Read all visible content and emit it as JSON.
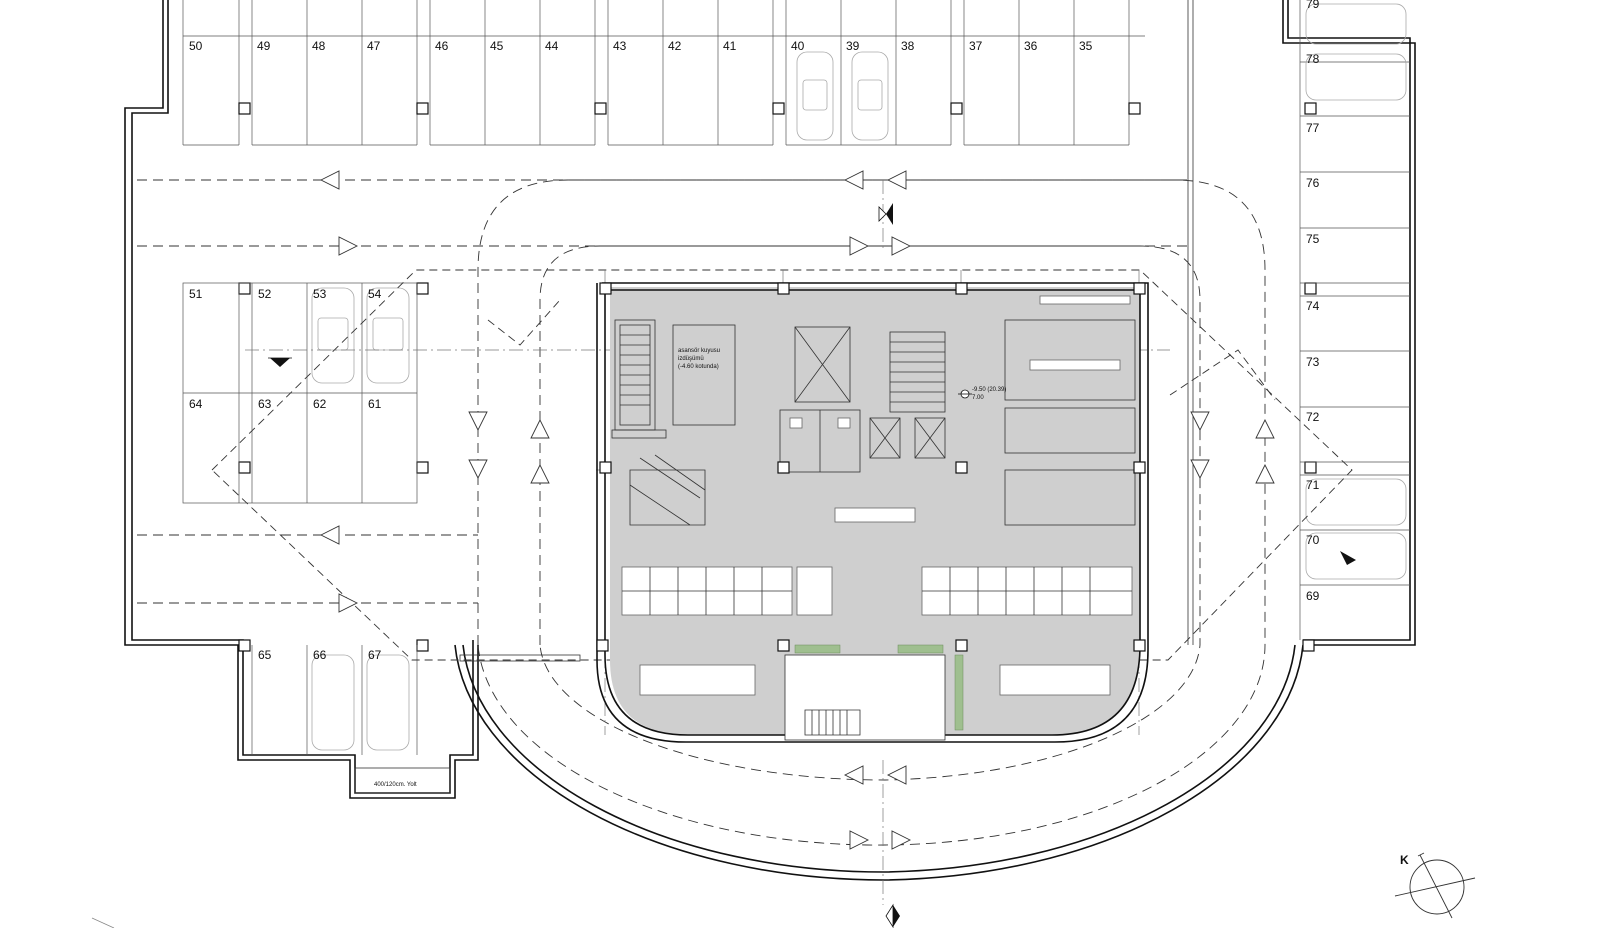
{
  "plan": {
    "stall_numbers": {
      "top_row": [
        "50",
        "49",
        "48",
        "47",
        "46",
        "45",
        "44",
        "43",
        "42",
        "41",
        "40",
        "39",
        "38",
        "37",
        "36",
        "35"
      ],
      "island_top": [
        "51",
        "52",
        "53",
        "54"
      ],
      "island_bottom": [
        "64",
        "63",
        "62",
        "61"
      ],
      "bottom_left": [
        "65",
        "66",
        "67"
      ],
      "right_column": [
        "79",
        "78",
        "77",
        "76",
        "75",
        "74",
        "73",
        "72",
        "71",
        "70",
        "69"
      ]
    },
    "annotations": {
      "elevator_pit_line1": "asansör kuyusu",
      "elevator_pit_line2": "izdüşümü",
      "elevator_pit_line3": "(-4.60 kotunda)",
      "level_line1": "-9.50 (20.39)",
      "level_line2": "7.00",
      "box_label": "400/120cm. Yolt",
      "north_label": "K"
    },
    "icons": [
      "stair-icon",
      "elevator-icon",
      "section-marker-icon",
      "north-arrow-icon",
      "car-icon",
      "traffic-arrow-icon"
    ]
  }
}
